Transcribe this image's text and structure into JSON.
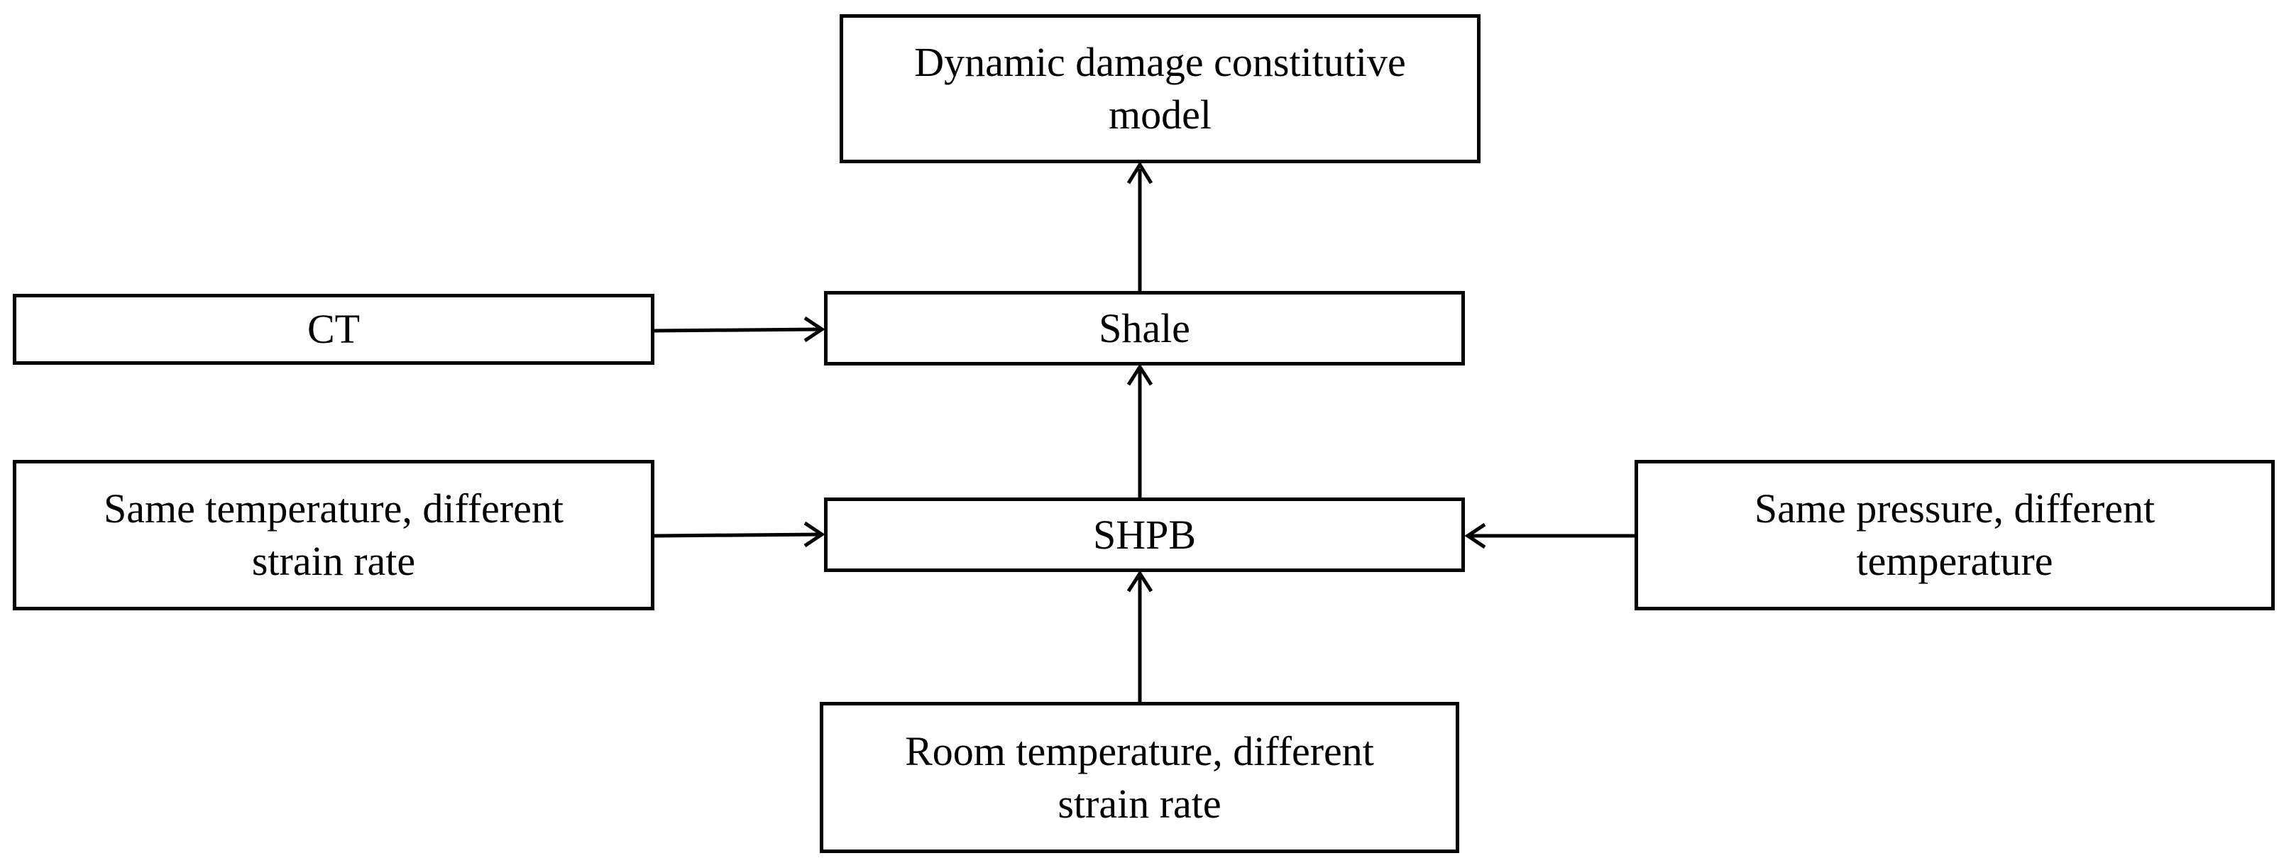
{
  "nodes": {
    "model": {
      "lines": [
        "Dynamic damage constitutive",
        "model"
      ]
    },
    "ct": {
      "lines": [
        "CT"
      ]
    },
    "shale": {
      "lines": [
        "Shale"
      ]
    },
    "same_temp": {
      "lines": [
        "Same temperature, different",
        "strain rate"
      ]
    },
    "shpb": {
      "lines": [
        "SHPB"
      ]
    },
    "same_press": {
      "lines": [
        "Same pressure, different",
        "temperature"
      ]
    },
    "room": {
      "lines": [
        "Room temperature, different",
        "strain rate"
      ]
    }
  },
  "edges": [
    {
      "from": "shale",
      "to": "model"
    },
    {
      "from": "ct",
      "to": "shale"
    },
    {
      "from": "shpb",
      "to": "shale"
    },
    {
      "from": "same_temp",
      "to": "shpb"
    },
    {
      "from": "same_press",
      "to": "shpb"
    },
    {
      "from": "room",
      "to": "shpb"
    }
  ],
  "colors": {
    "stroke": "#000000",
    "background": "#ffffff"
  }
}
